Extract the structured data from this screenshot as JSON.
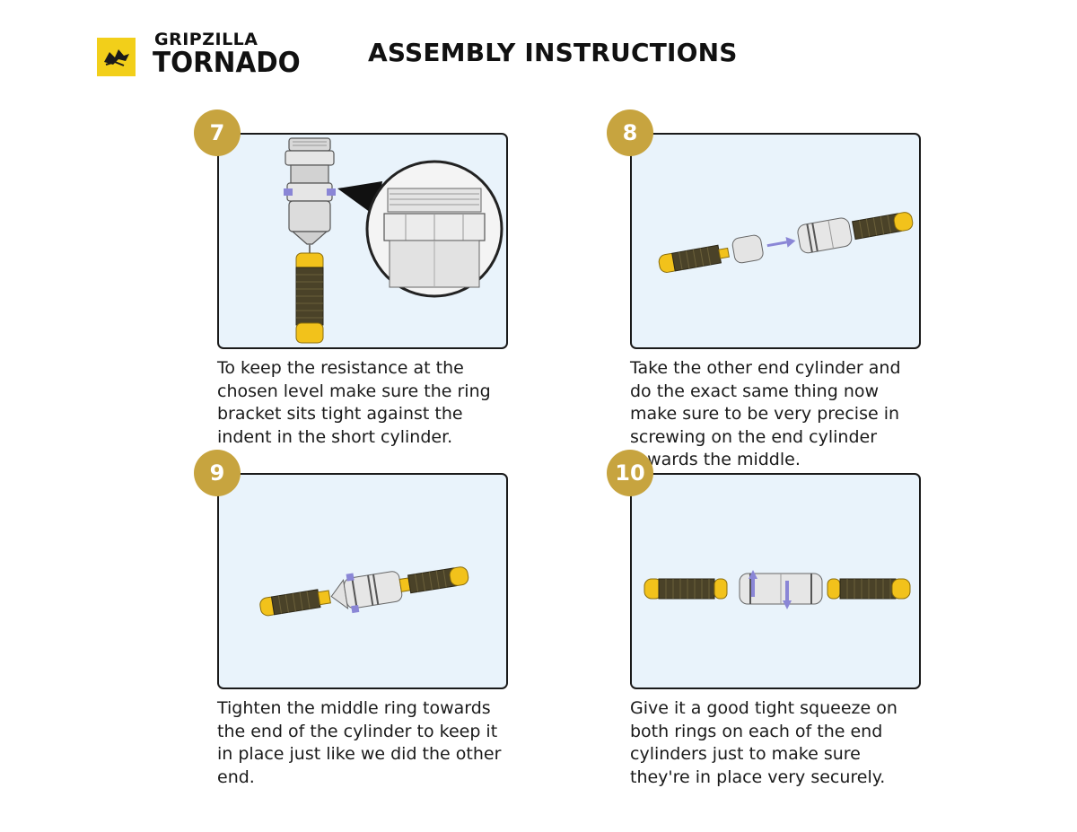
{
  "header": {
    "brand_top": "GRIPZILLA",
    "brand_bottom": "TORNADO",
    "title": "ASSEMBLY INSTRUCTIONS"
  },
  "colors": {
    "logo_yellow": "#f2cf1a",
    "badge_gold": "#c7a43f",
    "panel_bg": "#e9f3fb",
    "grip_yellow": "#f2c21b",
    "grip_dark": "#4a4228",
    "arrow_purple": "#8a86d6"
  },
  "steps": [
    {
      "number": "7",
      "text": "To keep the resistance at the chosen level make sure the ring bracket sits tight against the indent in the short cylinder."
    },
    {
      "number": "8",
      "text": "Take the other end cylinder and do the exact same thing now make sure to be very precise in screwing on the end cylinder towards the middle."
    },
    {
      "number": "9",
      "text": "Tighten the middle ring towards the end of the cylinder to keep it in place just like we did the other end."
    },
    {
      "number": "10",
      "text": "Give it a good tight squeeze on both rings on each of the end cylinders just to make sure they're in place very securely."
    }
  ]
}
